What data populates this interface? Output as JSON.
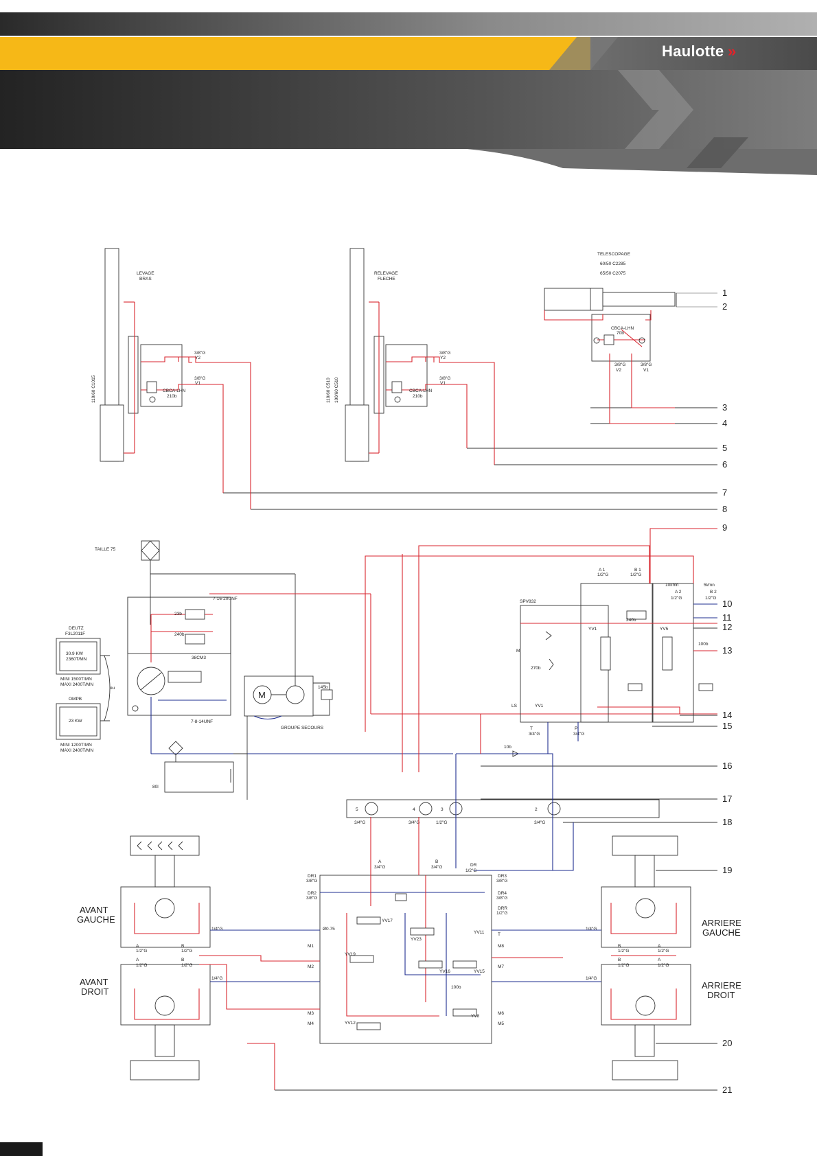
{
  "header": {
    "logo_text": "Haulotte",
    "logo_arrows": "»"
  },
  "colors": {
    "accent_yellow": "#f6b817",
    "pressure_red": "#d8262f",
    "return_blue": "#1e2d8f",
    "logo_red": "#e62129"
  },
  "lifting": {
    "title_line1": "LEVAGE",
    "title_line2": "BRAS",
    "cylinder_label": "110/60 C1015",
    "valve_name": "CBCA-LHN",
    "valve_pressure": "210b",
    "port_y2_size": "3/8\"G",
    "port_y2": "Y2",
    "port_v1_size": "3/8\"G",
    "port_v1": "V1"
  },
  "boom": {
    "title_line1": "RELEVAGE",
    "title_line2": "FLECHE",
    "cylinder_label_1": "110/60 C510",
    "cylinder_label_2": "100/60 C510",
    "valve_name": "CBCA-LHN",
    "valve_pressure": "210b",
    "port_y2_size": "3/8\"G",
    "port_y2": "Y2",
    "port_v1_size": "3/8\"G",
    "port_v1": "V1"
  },
  "telescope": {
    "title": "TELESCOPAGE",
    "sub1": "60/50 C2285",
    "sub2": "65/50 C2075",
    "valve_name": "CBCA-LHN",
    "valve_pressure": "70b",
    "port_v2_size": "3/8\"G",
    "port_v2": "V2",
    "port_v1_size": "3/8\"G",
    "port_v1": "V1"
  },
  "line_numbers": [
    "1",
    "2",
    "3",
    "4",
    "5",
    "6",
    "7",
    "8",
    "9",
    "10",
    "11",
    "12",
    "13",
    "14",
    "15",
    "16",
    "17",
    "18",
    "19",
    "20",
    "21"
  ],
  "power": {
    "filter_label": "TAILLE 75",
    "deutz_name": "DEUTZ",
    "deutz_model": "F3L2011F",
    "deutz_power": "30.9 KW",
    "deutz_rpm": "2360T/MN",
    "deutz_range_1": "MINI 1500T/MN",
    "deutz_range_2": "MAXI 2400T/MN",
    "ompb_name": "OMPB",
    "ompb_power": "23 KW",
    "ompb_range_1": "MINI 1200T/MN",
    "ompb_range_2": "MAXI 2400T/MN",
    "pump_label": "38CM3",
    "pressure_23b": "23b",
    "pressure_240b": "240b",
    "port_top": "7-16-20UNF",
    "port_bottom": "7-8-14UNF",
    "or_label": "ou",
    "emergency_label": "GROUPE SECOURS",
    "emergency_pressure": "145b",
    "tank_label": "80l",
    "motor_letter": "M",
    "check_10b": "10b"
  },
  "distributor": {
    "name": "SPV832",
    "a1": "A 1",
    "b1": "B 1",
    "a1_size": "1/2\"G",
    "b1_size": "1/2\"G",
    "flow_a2": "10l/mn",
    "flow_b2": "5l/mn",
    "a2": "A 2",
    "b2": "B 2",
    "a2_size": "1/2\"G",
    "b2_size": "1/2\"G",
    "yv1": "YV1",
    "yv5": "YV5",
    "p240": "240b",
    "p100": "100b",
    "p270": "270b",
    "port_t": "T",
    "port_p": "P",
    "port_ls": "LS",
    "port_m": "M",
    "t_size": "3/4\"G",
    "p_size": "3/4\"G"
  },
  "motors_bar": {
    "m5": "5",
    "m4": "4",
    "m3": "3",
    "m2": "2",
    "size_a": "3/4\"G",
    "size_b": "3/4\"G",
    "size_c": "1/2\"G",
    "size_d": "3/4\"G"
  },
  "wheels": {
    "front_left_1": "AVANT",
    "front_left_2": "GAUCHE",
    "front_right_1": "AVANT",
    "front_right_2": "DROIT",
    "rear_left_1": "ARRIERE",
    "rear_left_2": "GAUCHE",
    "rear_right_1": "ARRIERE",
    "rear_right_2": "DROIT",
    "port_a": "A",
    "port_b": "B",
    "port_size": "1/2\"G",
    "drain_size": "1/4\"G"
  },
  "transmission": {
    "a": "A",
    "b": "B",
    "size_a": "3/4\"G",
    "size_b": "3/4\"G",
    "dr": "DR",
    "dr_size": "1/2\"G",
    "dr1": "DR1",
    "dr2": "DR2",
    "dr3": "DR3",
    "dr4": "DR4",
    "drr": "DRR",
    "m1": "M1",
    "m2": "M2",
    "m3": "M3",
    "m4": "M4",
    "m5": "M5",
    "m6": "M6",
    "m7": "M7",
    "m8": "M8",
    "t": "T",
    "size_38": "3/8\"G",
    "size_14": "1/4\"G",
    "yv17": "YV17",
    "yv23": "YV23",
    "yv19": "YV19",
    "yv16": "YV16",
    "yv11": "YV11",
    "yv15": "YV15",
    "yv12": "YV12",
    "yv8": "YV8",
    "p100": "100b",
    "p0": "Ø0.75"
  }
}
